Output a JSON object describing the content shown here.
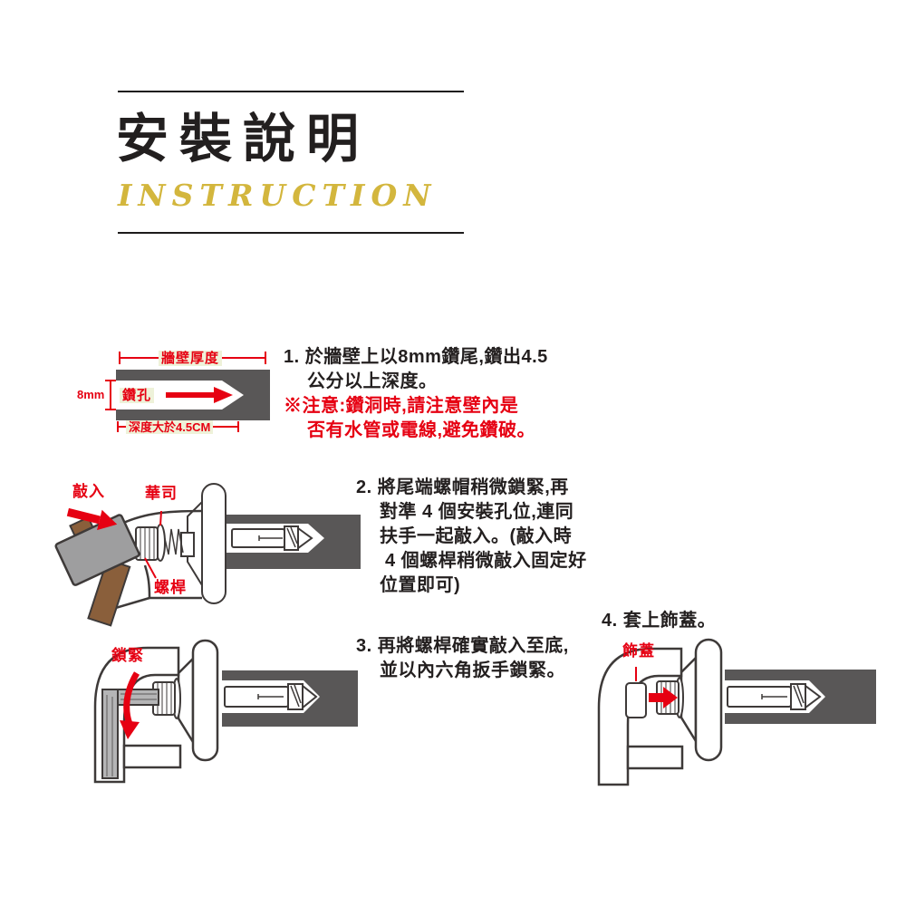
{
  "header": {
    "title": "安裝說明",
    "subtitle": "INSTRUCTION"
  },
  "colors": {
    "red": "#e60012",
    "wall_gray": "#595757",
    "outline": "#3e3a39",
    "label_bg": "#eef2d9",
    "hammer_gray": "#9e9e9f",
    "handle_brown": "#8a5f3b",
    "hex_key_gray": "#b5b5b6",
    "accent_gold": "#d3b63d",
    "text_black": "#231f1f"
  },
  "step1": {
    "lines": [
      "1. 於牆壁上以8mm鑽尾,鑽出4.5",
      "公分以上深度。"
    ],
    "note_lines": [
      "※注意:鑽洞時,請注意壁內是",
      "否有水管或電線,避免鑽破。"
    ],
    "labels": {
      "wall_thickness": "牆壁厚度",
      "drill_diameter": "8mm",
      "drill_hole": "鑽孔",
      "depth": "深度大於4.5CM"
    }
  },
  "step2": {
    "lines": [
      "2. 將尾端螺帽稍微鎖緊,再",
      "對準 4 個安裝孔位,連同",
      "扶手一起敲入。(敲入時",
      "4 個螺桿稍微敲入固定好",
      "位置即可)"
    ],
    "labels": {
      "knock_in": "敲入",
      "washer": "華司",
      "screw_rod": "螺桿"
    }
  },
  "step3": {
    "lines": [
      "3. 再將螺桿確實敲入至底,",
      "並以內六角扳手鎖緊。"
    ],
    "labels": {
      "tighten": "鎖緊"
    }
  },
  "step4": {
    "lines": [
      "4. 套上飾蓋。"
    ],
    "labels": {
      "cover": "飾蓋"
    }
  }
}
